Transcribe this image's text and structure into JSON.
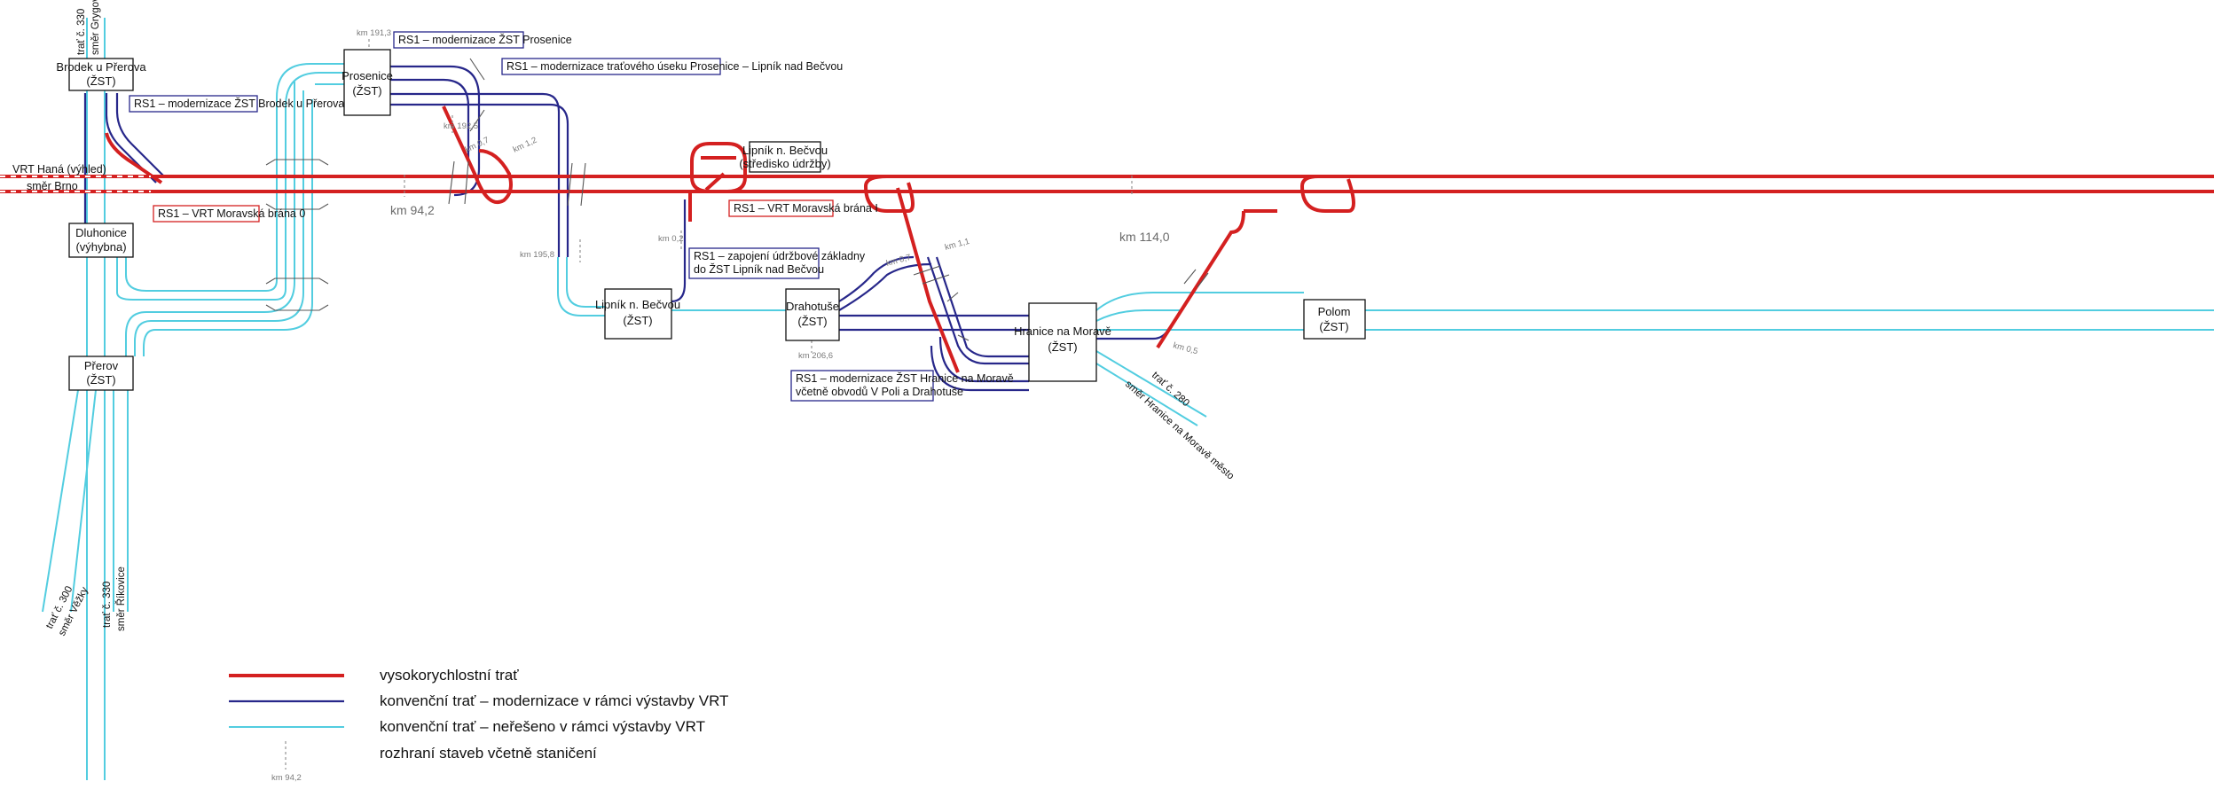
{
  "stations": {
    "brodek": {
      "name": "Brodek u Přerova",
      "type": "(ŽST)"
    },
    "prosenice": {
      "name": "Prosenice",
      "type": "(ŽST)"
    },
    "dluhonice": {
      "name": "Dluhonice",
      "type": "(výhybna)"
    },
    "prerov": {
      "name": "Přerov",
      "type": "(ŽST)"
    },
    "lipnik": {
      "name": "Lipník n. Bečvou",
      "type": "(ŽST)"
    },
    "lipnik_depot": {
      "name": "Lipník n. Bečvou",
      "type": "(středisko údržby)"
    },
    "drahotuse": {
      "name": "Drahotuše",
      "type": "(ŽST)"
    },
    "hranice": {
      "name": "Hranice na Moravě",
      "type": "(ŽST)"
    },
    "polom": {
      "name": "Polom",
      "type": "(ŽST)"
    }
  },
  "labels": {
    "rs1_prosenice": "RS1 – modernizace ŽST Prosenice",
    "rs1_prosenice_lipnik": "RS1 – modernizace traťového úseku Prosenice – Lipník nad Bečvou",
    "rs1_brodek": "RS1 – modernizace ŽST Brodek u Přerova",
    "rs1_vrt0": "RS1 – VRT Moravská brána 0",
    "rs1_vrt1": "RS1 – VRT Moravská brána I",
    "rs1_depot_line1": "RS1 – zapojení údržbové základny",
    "rs1_depot_line2": "do ŽST Lipník nad Bečvou",
    "rs1_hranice_line1": "RS1 – modernizace ŽST Hranice na Moravě",
    "rs1_hranice_line2": "včetně obvodů V Poli a Drahotuše"
  },
  "directions": {
    "vrt_hana": "VRT Haná (výhled)",
    "smer_brno": "směr Brno",
    "trat330_top": "trať č. 330",
    "smer_grygov": "směr Grygov",
    "trat300": "trať č. 300",
    "smer_vezky": "směr Věžky",
    "trat330_bottom": "trať č. 330",
    "smer_rikovice": "směr Říkovice",
    "trat280": "trať č. 280",
    "smer_hranice_mesto": "směr Hranice na Moravě město"
  },
  "km_markers": {
    "km1913": "km 191,3",
    "km1925": "km 192,5",
    "km07_a": "km 0,7",
    "km12": "km 1,2",
    "km942": "km 94,2",
    "km1958": "km 195,8",
    "km02": "km 0,2",
    "km07_b": "km 0,7",
    "km11": "km 1,1",
    "km2066": "km 206,6",
    "km1140": "km 114,0",
    "km05": "km 0,5"
  },
  "legend": {
    "red_label": "vysokorychlostní trať",
    "blue_label": "konvenční trať – modernizace v rámci výstavby VRT",
    "cyan_label": "konvenční trať – neřešeno v rámci výstavby VRT",
    "boundary_label": "rozhraní staveb včetně staničení",
    "boundary_km": "km 94,2"
  },
  "colors": {
    "high_speed": "#d42020",
    "modernized": "#27278a",
    "unchanged": "#52cde0",
    "station_border": "#111111"
  }
}
